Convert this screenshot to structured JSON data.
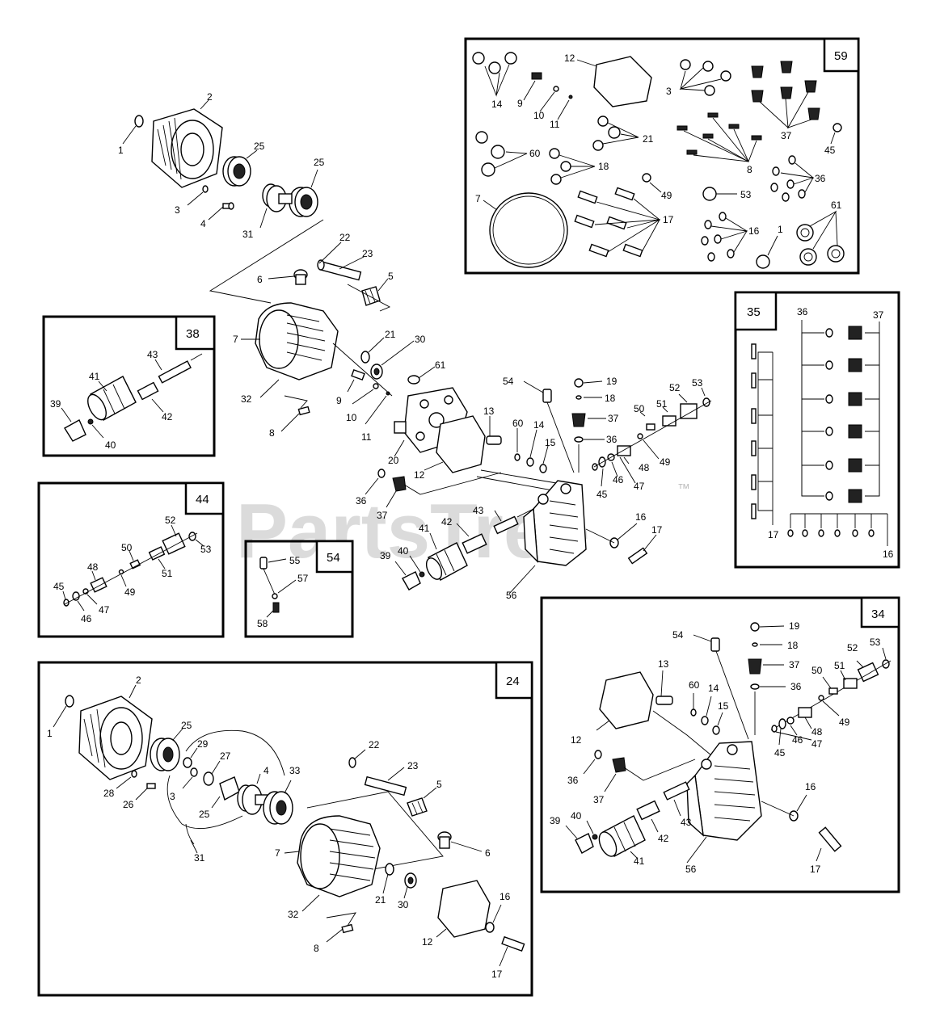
{
  "watermark": {
    "text": "PartsTree",
    "trademark": "™"
  },
  "main_labels": [
    "1",
    "2",
    "25",
    "25",
    "3",
    "4",
    "31",
    "22",
    "23",
    "6",
    "5",
    "7",
    "21",
    "30",
    "32",
    "9",
    "10",
    "11",
    "8",
    "61",
    "20",
    "12",
    "13",
    "54",
    "19",
    "18",
    "37",
    "36",
    "60",
    "14",
    "15",
    "50",
    "51",
    "52",
    "53",
    "48",
    "49",
    "45",
    "46",
    "47",
    "36",
    "37",
    "43",
    "42",
    "41",
    "39",
    "40",
    "56",
    "16",
    "17"
  ],
  "box_59": {
    "number": "59",
    "labels": [
      "14",
      "12",
      "9",
      "10",
      "11",
      "3",
      "37",
      "45",
      "21",
      "60",
      "18",
      "8",
      "36",
      "7",
      "49",
      "53",
      "17",
      "16",
      "1",
      "61"
    ]
  },
  "box_35": {
    "number": "35",
    "labels": [
      "36",
      "37",
      "17",
      "16"
    ]
  },
  "box_38": {
    "number": "38",
    "labels": [
      "43",
      "41",
      "42",
      "39",
      "40"
    ]
  },
  "box_44": {
    "number": "44",
    "labels": [
      "52",
      "53",
      "50",
      "48",
      "51",
      "49",
      "45",
      "47",
      "46"
    ]
  },
  "box_54": {
    "number": "54",
    "labels": [
      "55",
      "57",
      "58"
    ]
  },
  "box_24": {
    "number": "24",
    "labels": [
      "2",
      "1",
      "25",
      "29",
      "27",
      "3",
      "28",
      "26",
      "25",
      "4",
      "33",
      "31",
      "22",
      "23",
      "5",
      "6",
      "7",
      "21",
      "30",
      "32",
      "12",
      "16",
      "8",
      "17"
    ]
  },
  "box_34": {
    "number": "34",
    "labels": [
      "54",
      "19",
      "18",
      "13",
      "37",
      "52",
      "53",
      "36",
      "50",
      "51",
      "60",
      "14",
      "15",
      "49",
      "48",
      "12",
      "47",
      "46",
      "45",
      "36",
      "37",
      "43",
      "42",
      "16",
      "39",
      "40",
      "41",
      "56",
      "17"
    ]
  }
}
